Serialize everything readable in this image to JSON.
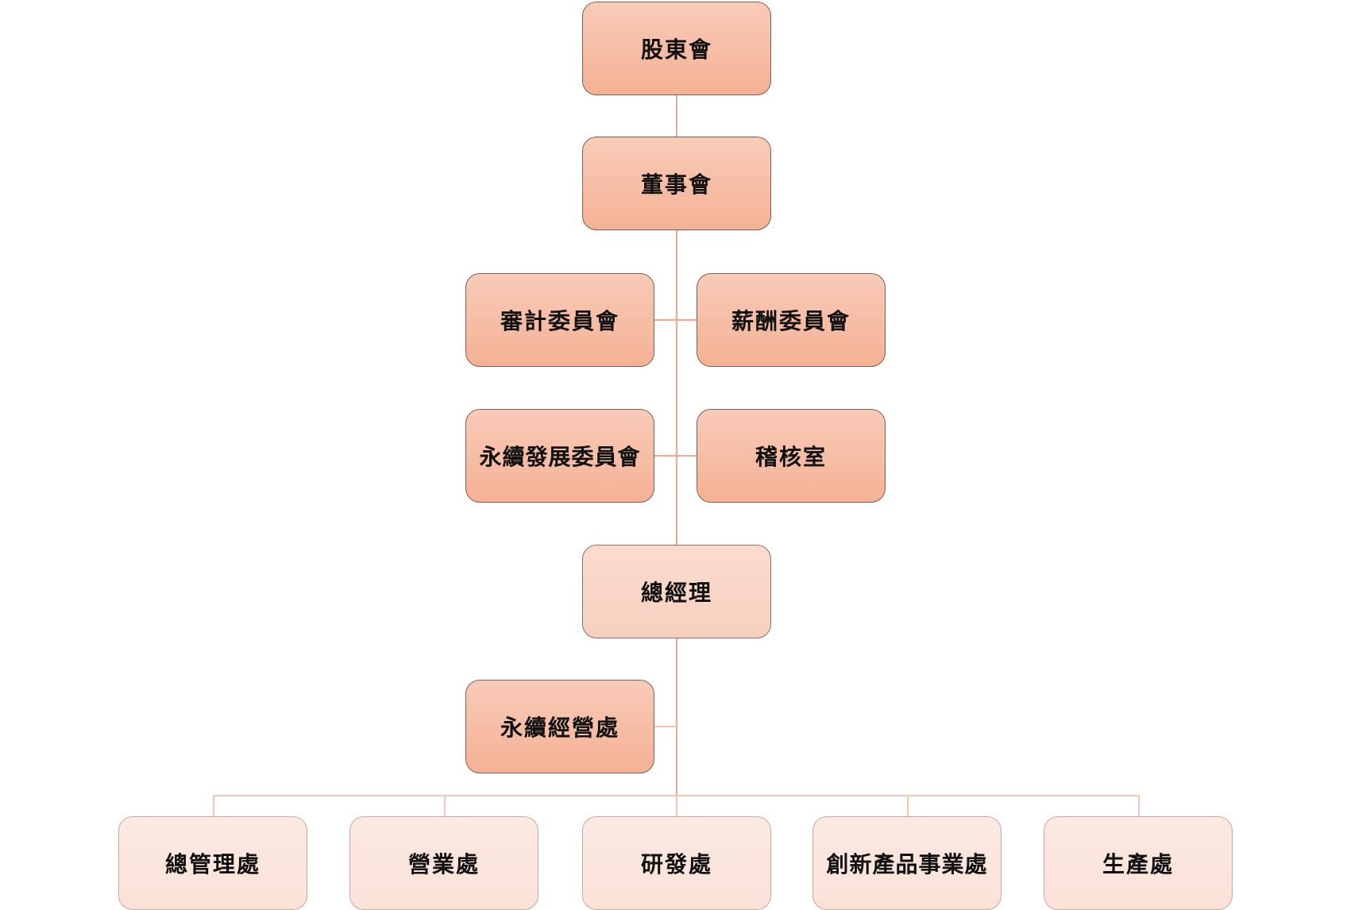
{
  "chart": {
    "shareholders": "股東會",
    "board": "董事會",
    "audit_committee": "審計委員會",
    "remuneration_committee": "薪酬委員會",
    "sustainability_committee": "永續發展委員會",
    "audit_office": "稽核室",
    "president": "總經理",
    "sustainability_office": "永續經營處",
    "departments": [
      "總管理處",
      "營業處",
      "研發處",
      "創新產品事業處",
      "生產處"
    ]
  },
  "colors": {
    "upper_fill": "#f5b194",
    "president_fill": "#fadccf",
    "department_fill": "#fbe7df",
    "line": "#f2a88c"
  }
}
